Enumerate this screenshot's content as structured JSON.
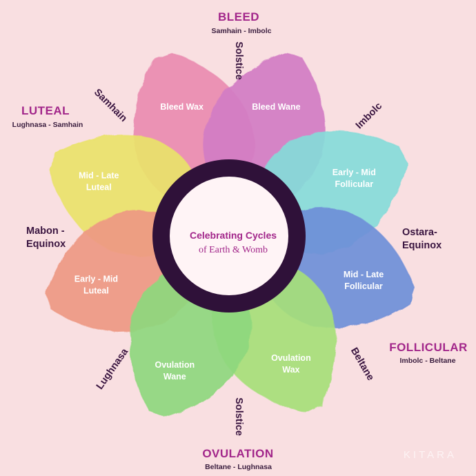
{
  "center": {
    "line1": "Celebrating Cycles",
    "line2": "of Earth & Womb"
  },
  "petals": [
    {
      "line1": "Bleed Wax",
      "line2": "",
      "color": "#e98bb0"
    },
    {
      "line1": "Bleed Wane",
      "line2": "",
      "color": "#d37dc4"
    },
    {
      "line1": "Early - Mid",
      "line2": "Follicular",
      "color": "#86dbd9"
    },
    {
      "line1": "Mid - Late",
      "line2": "Follicular",
      "color": "#6f8fd8"
    },
    {
      "line1": "Ovulation",
      "line2": "Wax",
      "color": "#a6df7a"
    },
    {
      "line1": "Ovulation",
      "line2": "Wane",
      "color": "#8ed87e"
    },
    {
      "line1": "Early - Mid",
      "line2": "Luteal",
      "color": "#ee9883"
    },
    {
      "line1": "Mid - Late",
      "line2": "Luteal",
      "color": "#e9e36a"
    }
  ],
  "phases": {
    "bleed": {
      "title": "BLEED",
      "sub": "Samhain - Imbolc"
    },
    "follicular": {
      "title": "FOLLICULAR",
      "sub": "Imbolc - Beltane"
    },
    "ovulation": {
      "title": "OVULATION",
      "sub": "Beltane - Lughnasa"
    },
    "luteal": {
      "title": "LUTEAL",
      "sub": "Lughnasa - Samhain"
    }
  },
  "seasonal": {
    "solstice_top": "Solstice",
    "imbolc": "Imbolc",
    "ostara_1": "Ostara-",
    "ostara_2": "Equinox",
    "beltane": "Beltane",
    "solstice_bottom": "Solstice",
    "lughnasa": "Lughnasa",
    "mabon_1": "Mabon -",
    "mabon_2": "Equinox",
    "samhain": "Samhain"
  },
  "brand": "KITARA",
  "colors": {
    "background": "#f9dfe1",
    "ring": "#2f1139",
    "accent": "#a2268a"
  }
}
